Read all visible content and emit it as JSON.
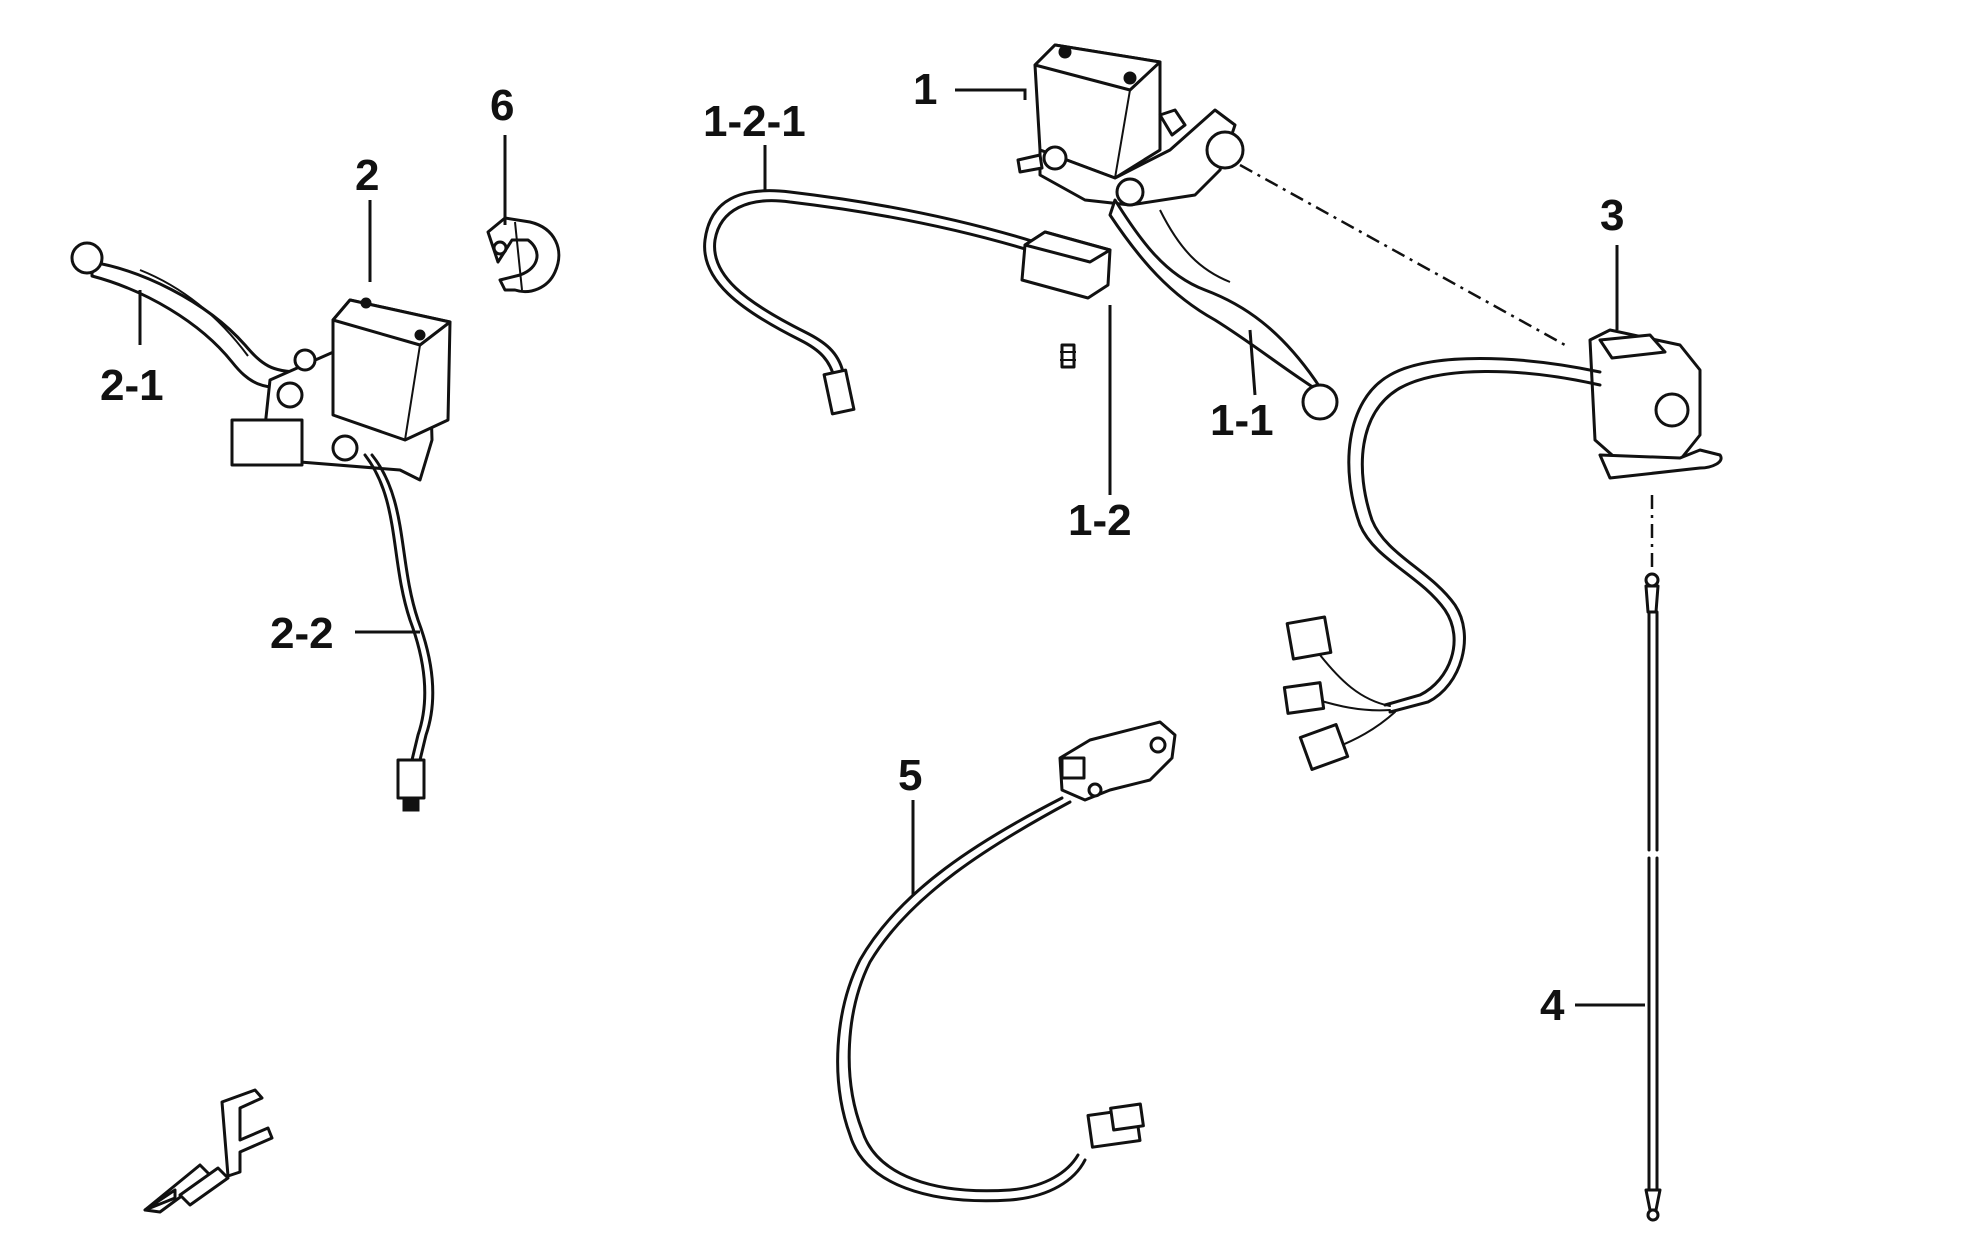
{
  "callouts": {
    "part_1": "1",
    "part_1_1": "1-1",
    "part_1_2": "1-2",
    "part_1_2_1": "1-2-1",
    "part_2": "2",
    "part_2_1": "2-1",
    "part_2_2": "2-2",
    "part_3": "3",
    "part_4": "4",
    "part_5": "5",
    "part_6": "6"
  },
  "direction_marker": "F",
  "colors": {
    "line": "#111111",
    "background": "#ffffff"
  }
}
